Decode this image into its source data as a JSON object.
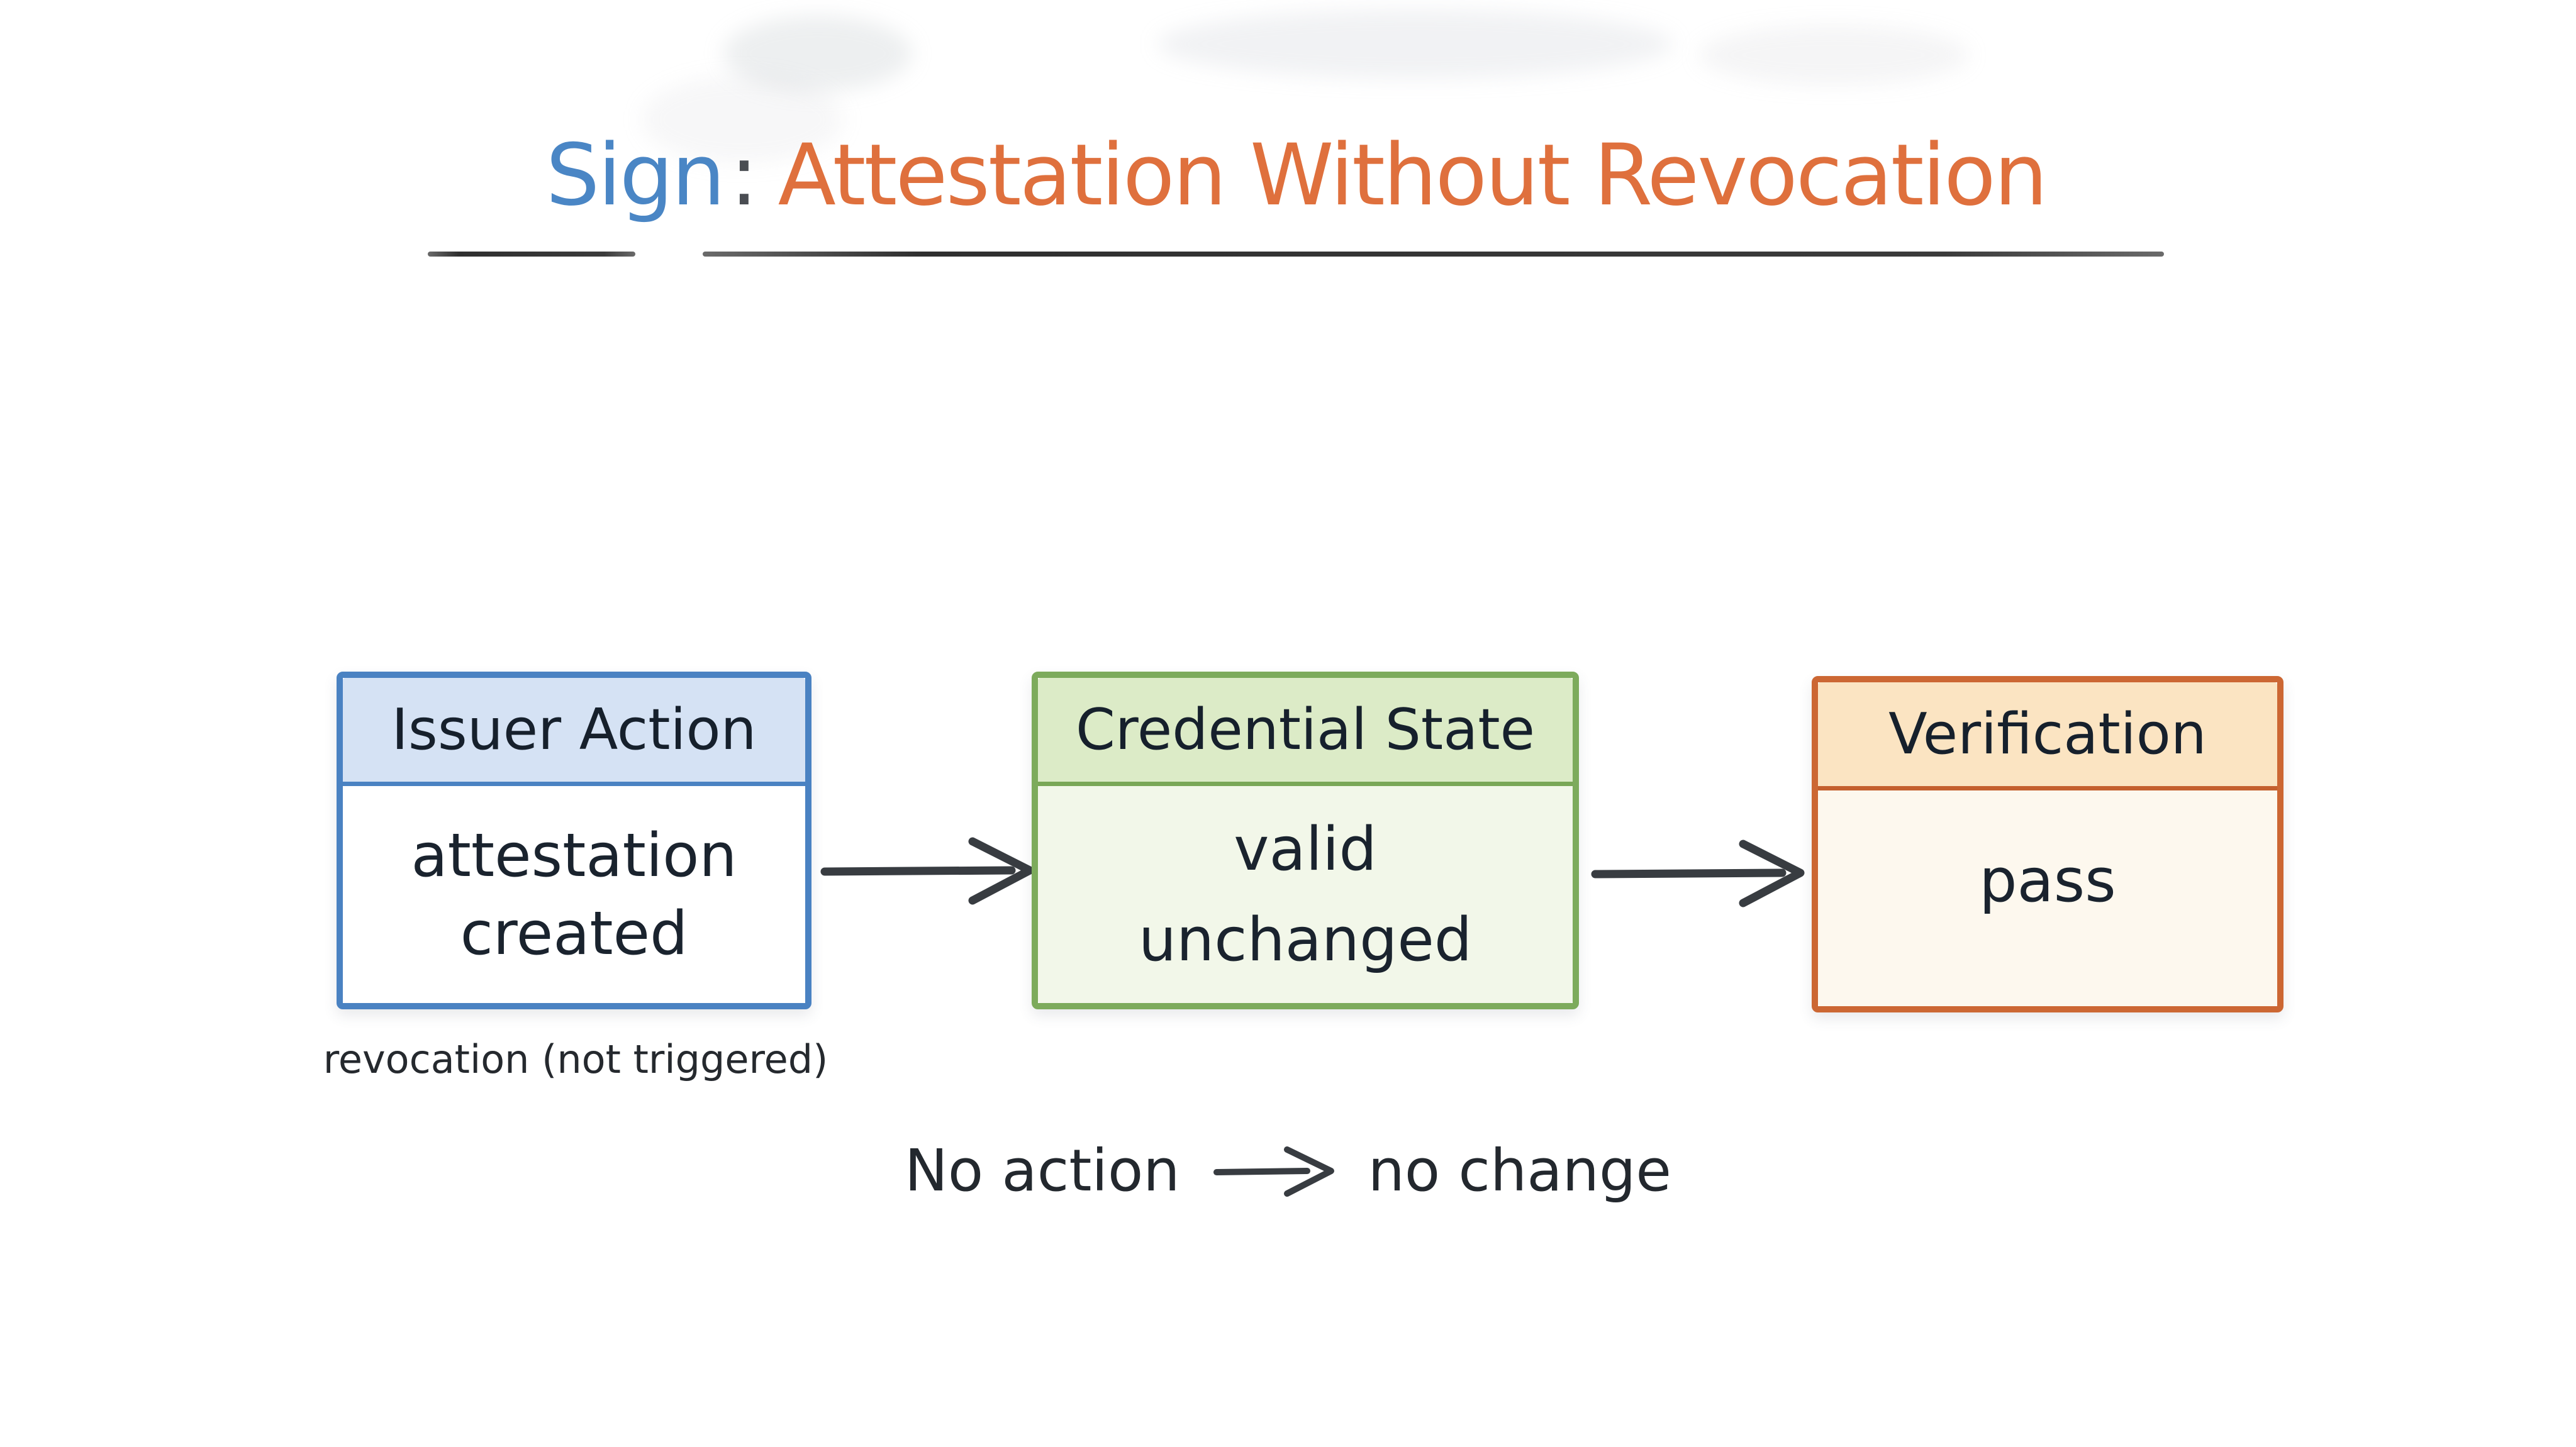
{
  "title": {
    "prefix": "Sign",
    "separator": ":",
    "main": "Attestation Without Revocation"
  },
  "boxes": [
    {
      "header": "Issuer Action",
      "lines": [
        "attestation",
        "created"
      ],
      "caption": "revocation (not triggered)",
      "border_color": "#4a82c2",
      "header_bg": "#d5e2f4",
      "body_bg": "#ffffff"
    },
    {
      "header": "Credential State",
      "lines": [
        "valid",
        "unchanged"
      ],
      "border_color": "#7dab5c",
      "header_bg": "#dcebc7",
      "body_bg": "#f2f7e9"
    },
    {
      "header": "Verification",
      "lines": [
        "pass"
      ],
      "border_color": "#cc6733",
      "header_bg": "#fbe4c2",
      "body_bg": "#fdf8ee"
    }
  ],
  "footnote": {
    "left": "No action",
    "right": "no change"
  },
  "palette": {
    "title_blue": "#4a86c5",
    "title_orange": "#df703d",
    "colon_gray": "#4a4d52",
    "underline": "#3b3b3b",
    "arrow": "#383c41",
    "text_dark": "#1a232e",
    "background": "#ffffff"
  },
  "icons": {
    "flow_arrow_1": "right-arrow",
    "flow_arrow_2": "right-arrow",
    "footnote_arrow": "right-arrow"
  }
}
